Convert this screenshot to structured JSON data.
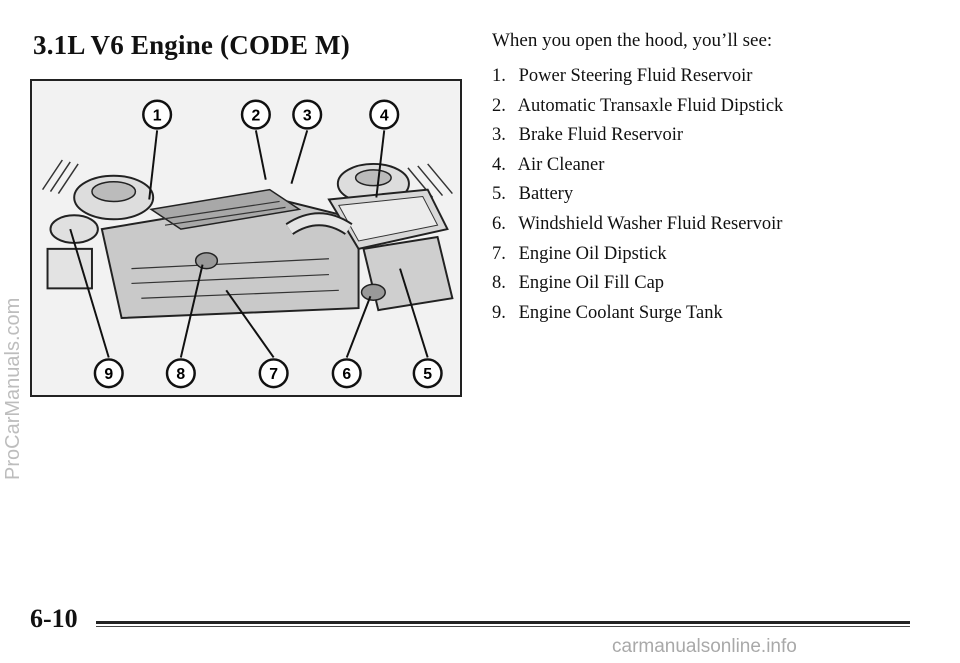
{
  "page": {
    "title": "3.1L V6 Engine (CODE M)",
    "intro": "When you open the hood, you’ll see:",
    "items": [
      {
        "num": "1.",
        "label": "Power Steering Fluid Reservoir"
      },
      {
        "num": "2.",
        "label": "Automatic Transaxle Fluid Dipstick"
      },
      {
        "num": "3.",
        "label": "Brake Fluid Reservoir"
      },
      {
        "num": "4.",
        "label": "Air Cleaner"
      },
      {
        "num": "5.",
        "label": "Battery"
      },
      {
        "num": "6.",
        "label": "Windshield Washer Fluid Reservoir"
      },
      {
        "num": "7.",
        "label": "Engine Oil Dipstick"
      },
      {
        "num": "8.",
        "label": "Engine Oil Fill Cap"
      },
      {
        "num": "9.",
        "label": "Engine Coolant Surge Tank"
      }
    ],
    "page_number": "6-10"
  },
  "figure": {
    "callouts_top": [
      "1",
      "2",
      "3",
      "4"
    ],
    "callouts_bottom": [
      "9",
      "8",
      "7",
      "6",
      "5"
    ]
  },
  "watermarks": {
    "side": "ProCarManuals.com",
    "bottom": "carmanualsonline.info"
  }
}
